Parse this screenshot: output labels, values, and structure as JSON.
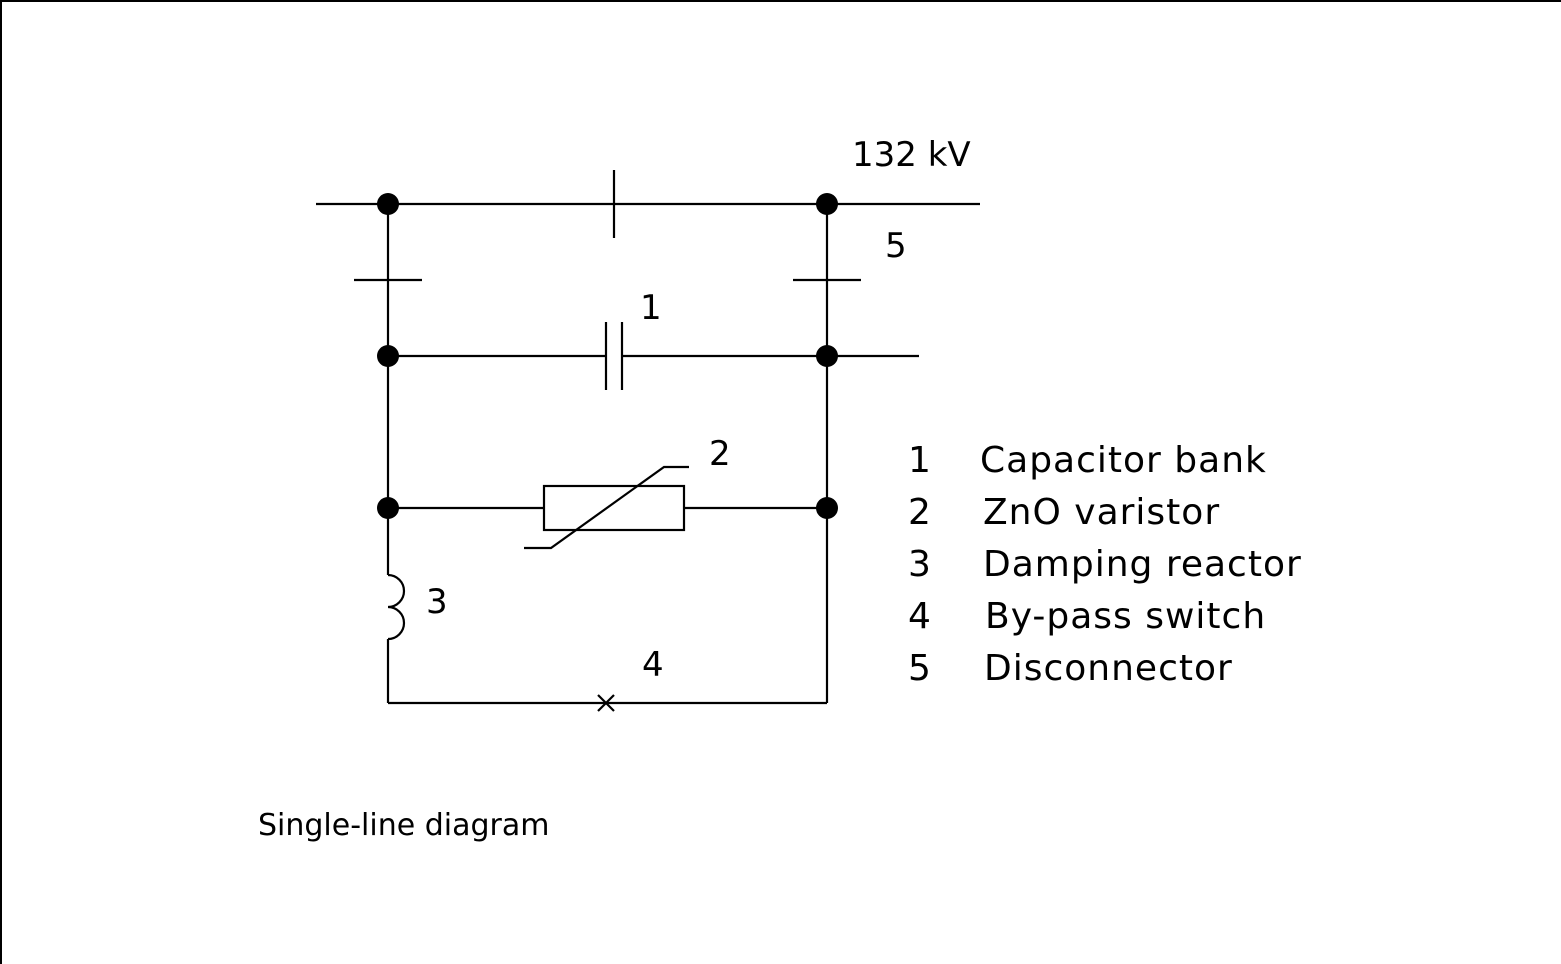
{
  "diagram": {
    "title": "Single-line diagram",
    "voltage_label": "132 kV",
    "component_markers": {
      "capacitor": "1",
      "varistor": "2",
      "reactor": "3",
      "bypass_switch": "4",
      "disconnector": "5"
    },
    "legend": [
      {
        "num": "1",
        "label": "Capacitor bank"
      },
      {
        "num": "2",
        "label": "ZnO varistor"
      },
      {
        "num": "3",
        "label": "Damping reactor"
      },
      {
        "num": "4",
        "label": "By-pass switch"
      },
      {
        "num": "5",
        "label": "Disconnector"
      }
    ]
  }
}
